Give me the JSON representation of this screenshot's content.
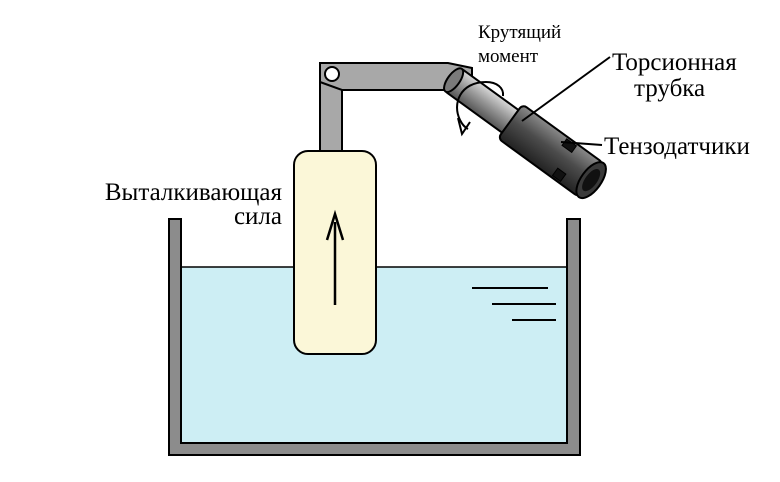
{
  "labels": {
    "torque": [
      "Крутящий",
      "момент"
    ],
    "torsion_tube": [
      "Торсионная",
      "трубка"
    ],
    "strain_gauges": "Тензодатчики",
    "buoyancy": [
      "Выталкивающая",
      "сила"
    ]
  },
  "colors": {
    "water": "#cdeef4",
    "float": "#fbf7d8",
    "metal_light": "#a8a8a8",
    "metal_dark": "#4a4a4a",
    "tank_wall": "#8c8c8c",
    "outline": "#000000"
  }
}
